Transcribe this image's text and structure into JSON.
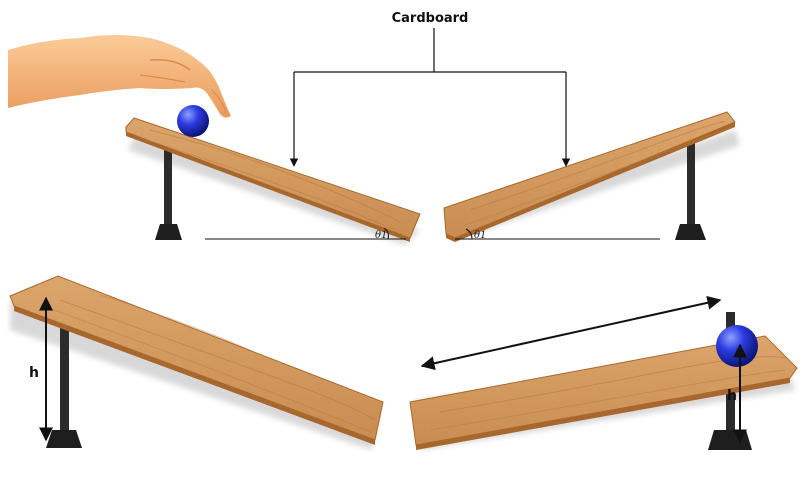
{
  "labels": {
    "cardboard": "Cardboard",
    "height_left": "h",
    "height_right": "h",
    "angle_left": "θ1",
    "angle_right": "θ1"
  },
  "colors": {
    "board": "#d49a60",
    "board_edge": "#a8672c",
    "board_grain": "#b97b42",
    "stand": "#2b2b2b",
    "ball": "#2433d6",
    "skin": "#f5b47a",
    "line": "#111111"
  },
  "icons": {
    "hand": "hand-icon",
    "ball": "ball-icon"
  }
}
